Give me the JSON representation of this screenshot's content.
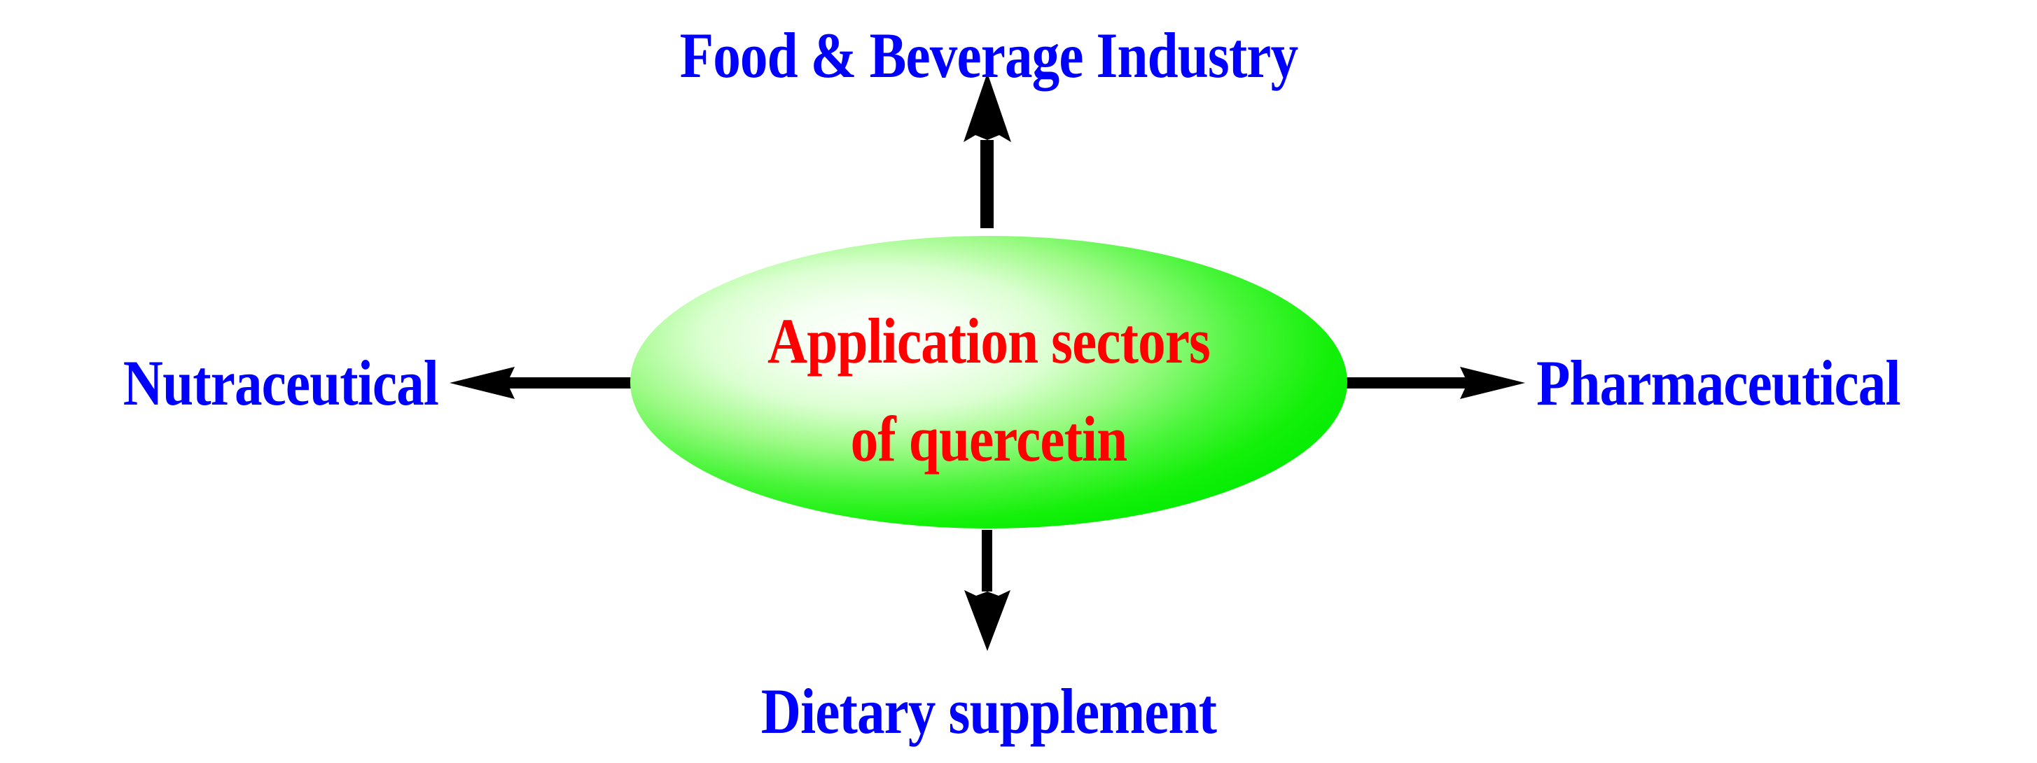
{
  "figure": {
    "kind": "concept-diagram",
    "background_color": "#ffffff",
    "center": {
      "shape": "ellipse",
      "line1": "Application sectors",
      "line2": "of quercetin",
      "text_color": "#ff0000",
      "fill_highlight_color": "#ffffff",
      "fill_edge_color": "#00ee00"
    },
    "branches": [
      {
        "id": "top",
        "label": "Food & Beverage Industry",
        "direction": "up",
        "text_color": "#0000ff",
        "arrow_color": "#000000"
      },
      {
        "id": "right",
        "label": "Pharmaceutical",
        "direction": "right",
        "text_color": "#0000ff",
        "arrow_color": "#000000"
      },
      {
        "id": "bottom",
        "label": "Dietary supplement",
        "direction": "down",
        "text_color": "#0000ff",
        "arrow_color": "#000000"
      },
      {
        "id": "left",
        "label": "Nutraceutical",
        "direction": "left",
        "text_color": "#0000ff",
        "arrow_color": "#000000"
      }
    ]
  }
}
